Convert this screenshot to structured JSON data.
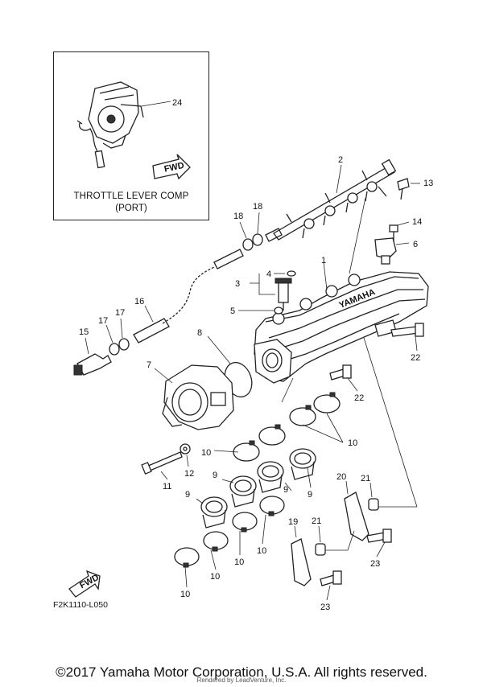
{
  "inset": {
    "title": "THROTTLE LEVER COMP",
    "subtitle": "(PORT)"
  },
  "fwd_badge": "FWD",
  "engraving": "YAMAHA",
  "diagram_code": "F2K1110-L050",
  "copyright": "©2017 Yamaha Motor Corporation, U.S.A. All rights reserved.",
  "rendered_by": "Rendered by LeadVenture, Inc.",
  "callouts": [
    "1",
    "2",
    "3",
    "4",
    "5",
    "6",
    "7",
    "8",
    "9",
    "10",
    "11",
    "12",
    "13",
    "14",
    "15",
    "16",
    "17",
    "18",
    "19",
    "20",
    "21",
    "22",
    "23",
    "24"
  ],
  "icons": {
    "fwd_arrow": "fwd-arrow-icon"
  }
}
